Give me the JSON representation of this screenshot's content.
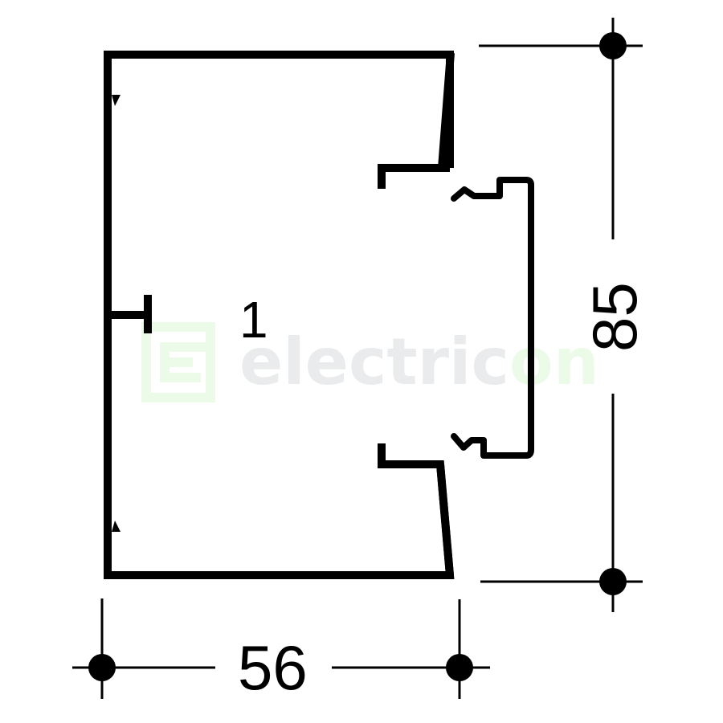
{
  "diagram": {
    "type": "cable-trunking-cross-section",
    "part_label": "1",
    "dimensions": {
      "width": {
        "value": "56",
        "orientation": "horizontal"
      },
      "height": {
        "value": "85",
        "orientation": "vertical"
      }
    },
    "watermark": {
      "text_primary": "electric",
      "text_accent": "on",
      "logo": "E-square-logo",
      "colors": {
        "primary": "#e9ebec",
        "accent": "#ecfbe8"
      }
    },
    "colors": {
      "line": "#000000",
      "background": "#ffffff"
    }
  }
}
